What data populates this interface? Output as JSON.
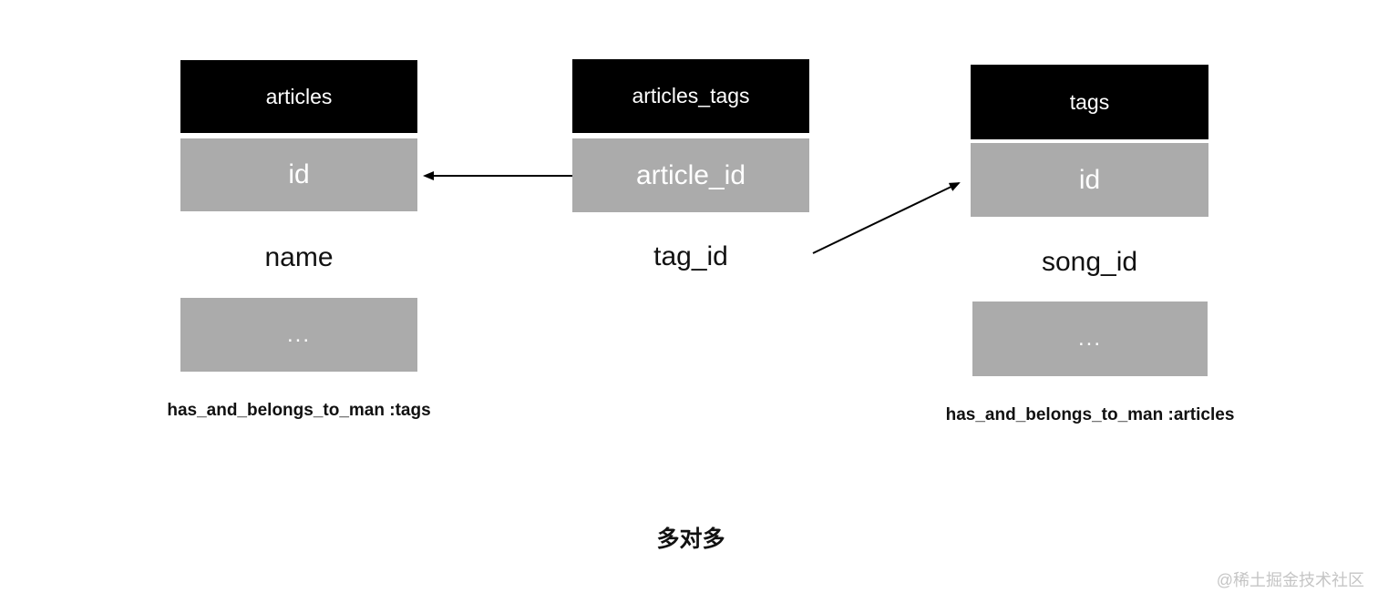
{
  "tables": {
    "articles": {
      "header": "articles",
      "row_id": "id",
      "row_name": "name",
      "row_dots": "...",
      "caption": "has_and_belongs_to_man :tags"
    },
    "articles_tags": {
      "header": "articles_tags",
      "row_article_id": "article_id",
      "row_tag_id": "tag_id"
    },
    "tags": {
      "header": "tags",
      "row_id": "id",
      "row_song_id": "song_id",
      "row_dots": "...",
      "caption": "has_and_belongs_to_man :articles"
    }
  },
  "title": "多对多",
  "watermark": "@稀土掘金技术社区",
  "colors": {
    "header_bg": "#000000",
    "header_text": "#ffffff",
    "row_bg": "#ababab",
    "row_text": "#ffffff",
    "arrow": "#000000",
    "watermark_text": "#c5c5c5"
  }
}
